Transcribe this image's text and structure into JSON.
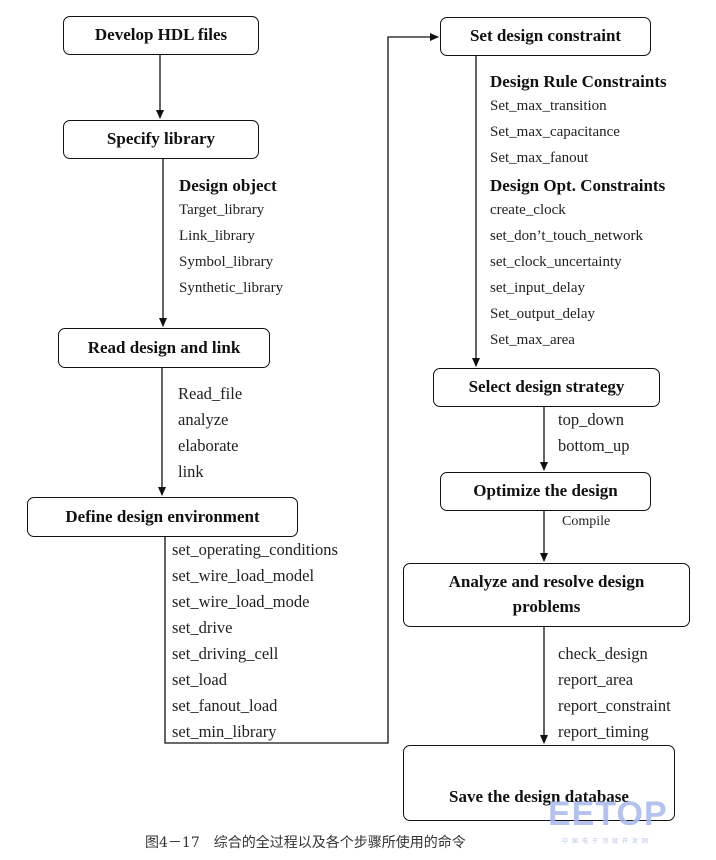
{
  "boxes": {
    "develop_hdl": "Develop HDL files",
    "specify_library": "Specify library",
    "read_design": "Read design and link",
    "define_env": "Define design environment",
    "set_constraint": "Set design constraint",
    "select_strategy": "Select design strategy",
    "optimize": "Optimize the design",
    "analyze": "Analyze and resolve design problems",
    "save": "Save the design database"
  },
  "library": {
    "heading": "Design object",
    "items": [
      "Target_library",
      "Link_library",
      "Symbol_library",
      "Synthetic_library"
    ]
  },
  "read_cmds": [
    "Read_file",
    "analyze",
    "elaborate",
    "link"
  ],
  "env_cmds": [
    "set_operating_conditions",
    "set_wire_load_model",
    "set_wire_load_mode",
    "set_drive",
    "set_driving_cell",
    "set_load",
    "set_fanout_load",
    "set_min_library"
  ],
  "rule_constraints": {
    "heading": "Design Rule Constraints",
    "items": [
      "Set_max_transition",
      "Set_max_capacitance",
      "Set_max_fanout"
    ]
  },
  "opt_constraints": {
    "heading": "Design Opt. Constraints",
    "items": [
      "create_clock",
      "set_don’t_touch_network",
      "set_clock_uncertainty",
      "set_input_delay",
      "Set_output_delay",
      "Set_max_area"
    ]
  },
  "strategy_cmds": [
    "top_down",
    "bottom_up"
  ],
  "optimize_cmd": "Compile",
  "analysis_cmds": [
    "check_design",
    "report_area",
    "report_constraint",
    "report_timing"
  ],
  "caption": "图4－17　综合的全过程以及各个步骤所使用的命令",
  "watermark": "EETOP",
  "watermark_sub": "中国电子顶级开发网"
}
